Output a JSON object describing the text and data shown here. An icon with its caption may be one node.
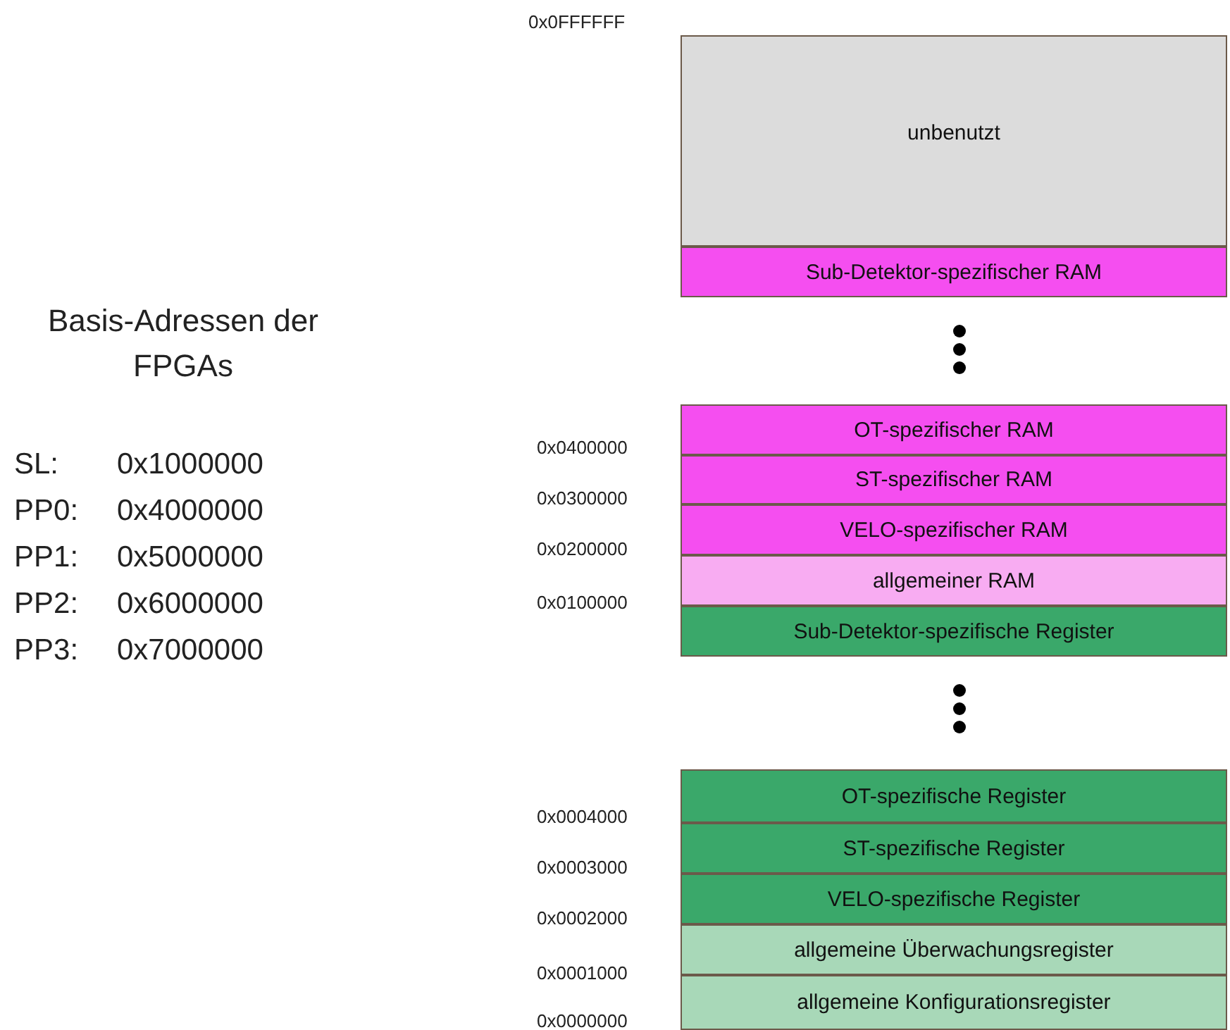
{
  "diagram": {
    "nodes": [
      {
        "text": [
          "unbenutzt"
        ]
      },
      {
        "text": [
          "Sub-Detektor-spezifischer RAM"
        ]
      },
      {
        "text": [
          "OT-spezifischer RAM"
        ]
      },
      {
        "text": [
          "ST-spezifischer RAM"
        ]
      },
      {
        "text": [
          "VELO-spezifischer RAM"
        ]
      },
      {
        "text": [
          "allgemeiner RAM"
        ]
      },
      {
        "text": [
          "Sub-Detektor-spezifische Register"
        ]
      },
      {
        "text": [
          "OT-spezifische Register"
        ]
      },
      {
        "text": [
          "ST-spezifische Register"
        ]
      },
      {
        "text": [
          "VELO-spezifische Register"
        ]
      },
      {
        "text": [
          "allgemeine Überwachungsregister"
        ]
      },
      {
        "text": [
          "allgemeine Konfigurationsregister"
        ]
      }
    ],
    "labels": [
      "0x0FFFFFF",
      "0x0400000",
      "0x0300000",
      "0x0200000",
      "0x0100000",
      "0x0004000",
      "0x0003000",
      "0x0002000",
      "0x0001000",
      "0x0000000",
      "Basis-Adressen der FPGAs",
      "SL:",
      "0x1000000",
      "PP0:",
      "0x4000000",
      "PP1:",
      "0x5000000",
      "PP2:",
      "0x6000000",
      "PP3:",
      "0x7000000"
    ]
  }
}
